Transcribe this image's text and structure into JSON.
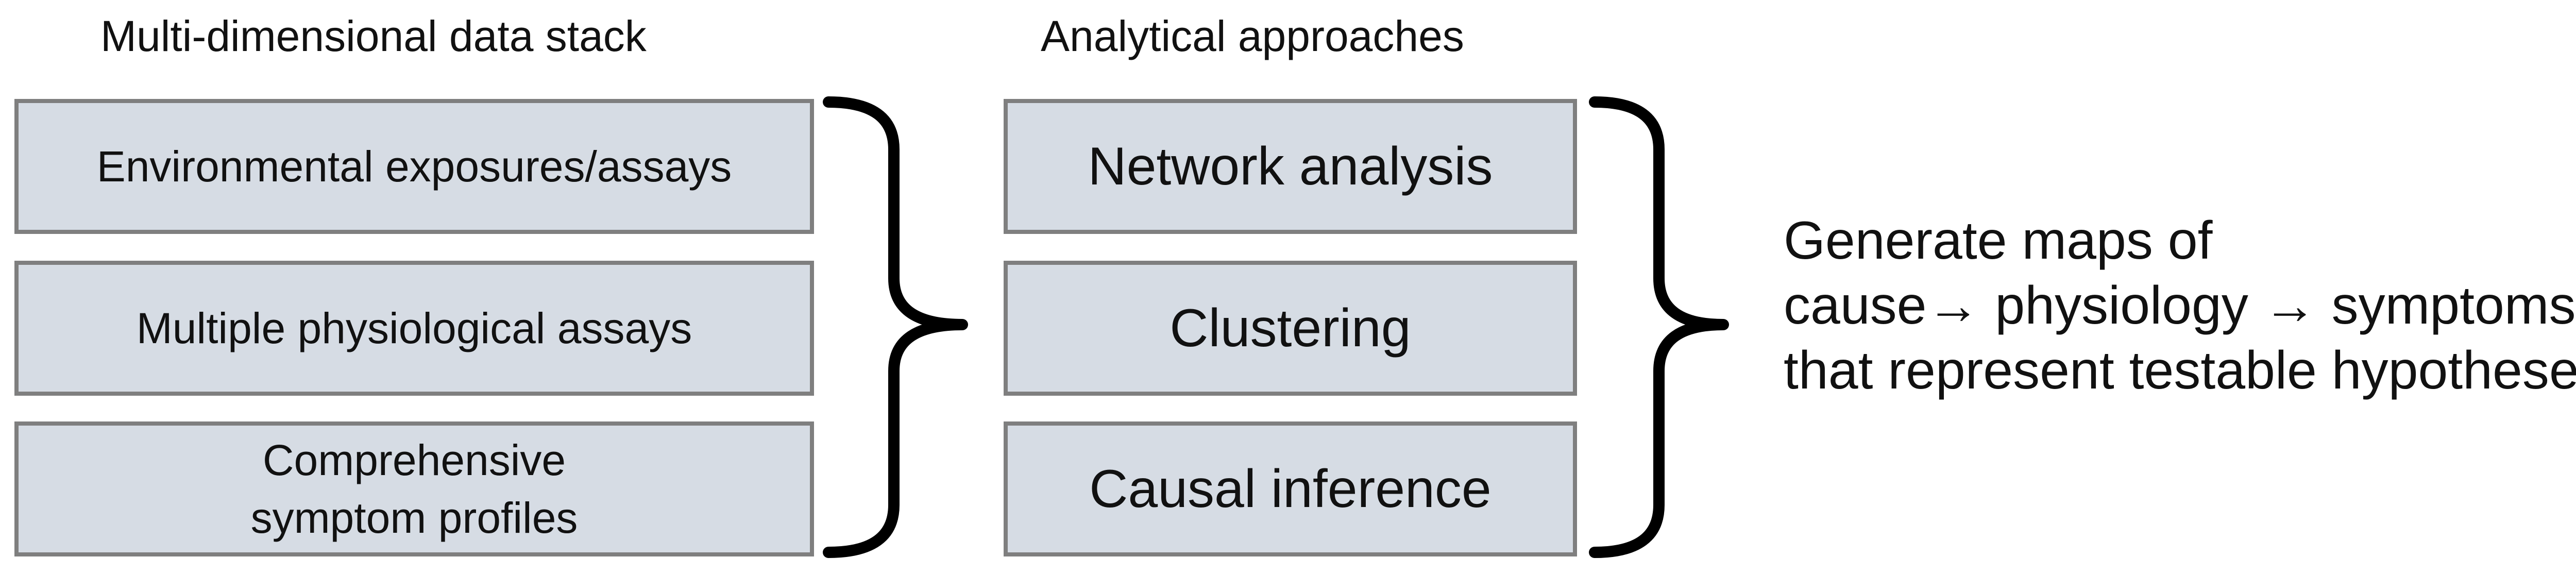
{
  "headings": {
    "left": "Multi-dimensional data stack",
    "right": "Analytical approaches"
  },
  "data_stack": [
    "Environmental exposures/assays",
    "Multiple physiological assays",
    "Comprehensive symptom profiles"
  ],
  "approaches": [
    "Network analysis",
    "Clustering",
    "Causal inference"
  ],
  "result": {
    "line1": "Generate maps of",
    "line2": "cause→ physiology → symptoms",
    "line3": "that represent testable hypotheses"
  },
  "colors": {
    "box_fill": "#d6dce4",
    "box_border": "#7f7f7f",
    "bracket": "#000000"
  }
}
